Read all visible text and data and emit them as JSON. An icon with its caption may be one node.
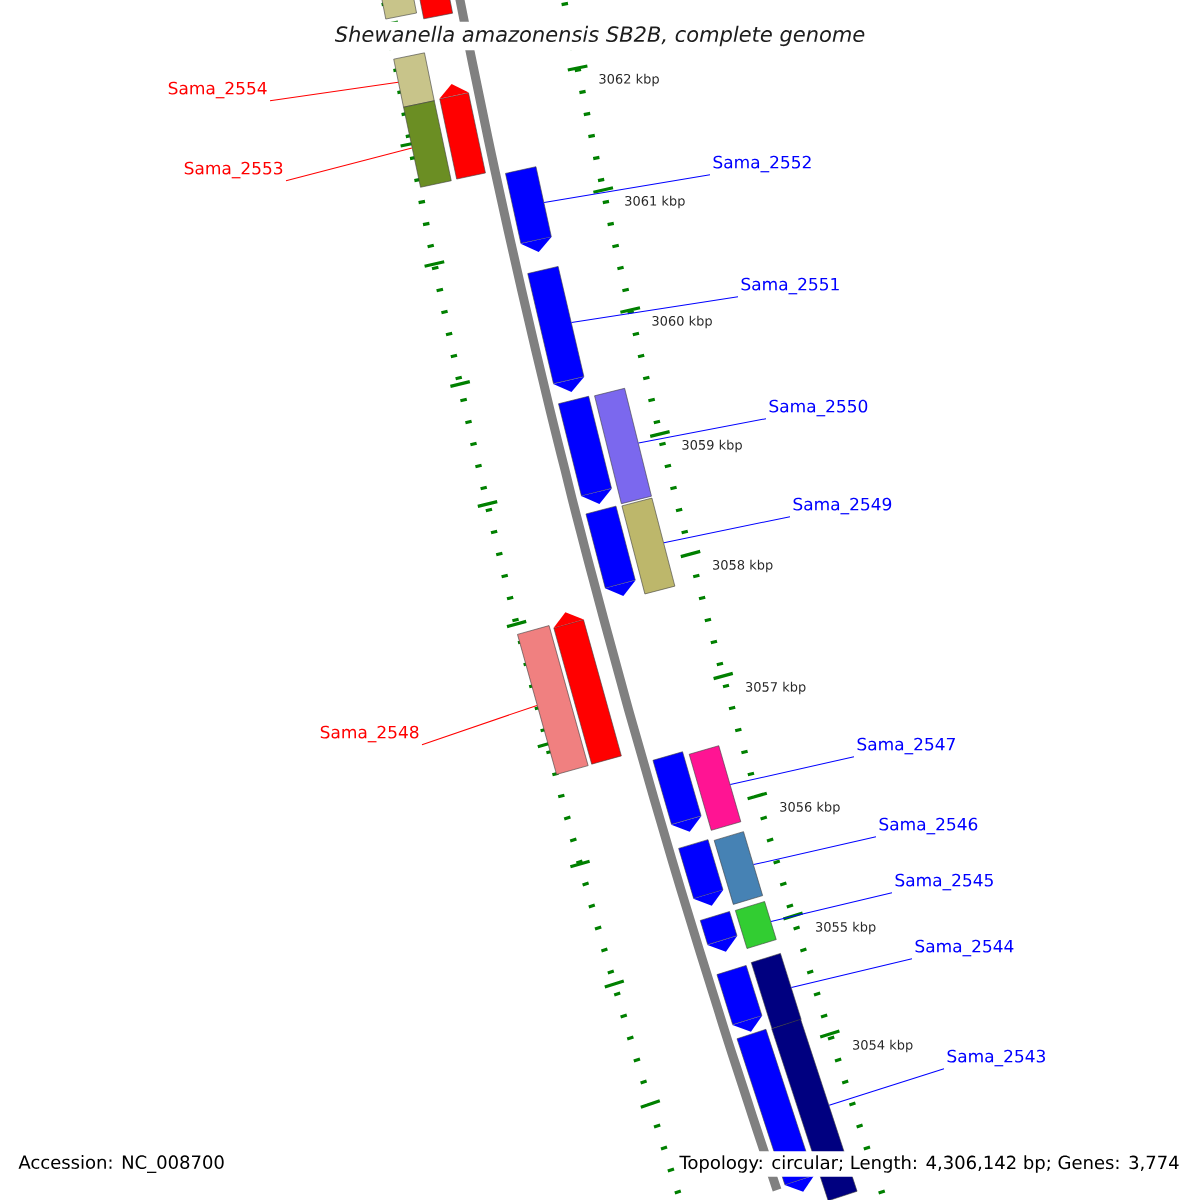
{
  "diagram": {
    "title": "Shewanella amazonensis SB2B, complete genome",
    "nodes": [
      {
        "text": [
          "Sama_2554"
        ]
      },
      {
        "text": [
          "Sama_2553"
        ]
      },
      {
        "text": [
          "Sama_2552"
        ]
      },
      {
        "text": [
          "Sama_2551"
        ]
      },
      {
        "text": [
          "Sama_2550"
        ]
      },
      {
        "text": [
          "Sama_2549"
        ]
      },
      {
        "text": [
          "Sama_2548"
        ]
      },
      {
        "text": [
          "Sama_2547"
        ]
      },
      {
        "text": [
          "Sama_2546"
        ]
      },
      {
        "text": [
          "Sama_2545"
        ]
      },
      {
        "text": [
          "Sama_2544"
        ]
      },
      {
        "text": [
          "Sama_2543"
        ]
      },
      {
        "text": [],
        "shape": "bar"
      },
      {
        "text": [],
        "shape": "bar"
      },
      {
        "text": [],
        "shape": "bar"
      },
      {
        "text": [],
        "shape": "bar"
      },
      {
        "text": [],
        "shape": "bar"
      },
      {
        "text": [],
        "shape": "bar"
      },
      {
        "text": [],
        "shape": "bar"
      },
      {
        "text": [],
        "shape": "bar"
      },
      {
        "text": [],
        "shape": "bar"
      },
      {
        "text": [],
        "shape": "bar"
      },
      {
        "text": [],
        "shape": "bar"
      },
      {
        "text": [],
        "shape": "bar"
      },
      {
        "text": [],
        "shape": "bar"
      },
      {
        "text": [],
        "shape": "bar"
      },
      {
        "text": [],
        "shape": "bar"
      },
      {
        "text": [],
        "shape": "bar"
      },
      {
        "text": [],
        "shape": "bar"
      },
      {
        "text": [],
        "shape": "bar"
      },
      {
        "text": [],
        "shape": "bar"
      },
      {
        "text": [],
        "shape": "bar"
      },
      {
        "text": [],
        "shape": "bar"
      },
      {
        "text": [],
        "shape": "bar"
      },
      {
        "text": [],
        "shape": "bar"
      }
    ],
    "edges": [
      {
        "from": 0,
        "to": 12,
        "arrow": "none",
        "color": "#ff0000"
      },
      {
        "from": 1,
        "to": 13,
        "arrow": "none",
        "color": "#ff0000"
      },
      {
        "from": 2,
        "to": 14,
        "arrow": "none"
      },
      {
        "from": 3,
        "to": 15,
        "arrow": "none"
      },
      {
        "from": 4,
        "to": 16,
        "arrow": "none"
      },
      {
        "from": 5,
        "to": 17,
        "arrow": "none"
      },
      {
        "from": 6,
        "to": 18,
        "arrow": "none",
        "color": "#ff0000"
      },
      {
        "from": 7,
        "to": 19,
        "arrow": "none"
      },
      {
        "from": 8,
        "to": 20,
        "arrow": "none"
      },
      {
        "from": 9,
        "to": 21,
        "arrow": "none"
      },
      {
        "from": 10,
        "to": 22,
        "arrow": "none"
      },
      {
        "from": 11,
        "to": 23,
        "arrow": "none"
      }
    ],
    "labels": [
      "3062 kbp",
      "3061 kbp",
      "3060 kbp",
      "3059 kbp",
      "3058 kbp",
      "3057 kbp",
      "3056 kbp",
      "3055 kbp",
      "3054 kbp",
      "Accession: NC_008700",
      "Topology: circular; Length: 4,306,142 bp; Genes: 3,774"
    ]
  }
}
